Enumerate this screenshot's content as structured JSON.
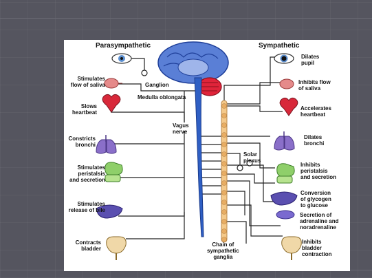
{
  "headers": {
    "left": "Parasympathetic",
    "right": "Sympathetic"
  },
  "center_labels": {
    "ganglion": "Ganglion",
    "medulla": "Medulla oblongata",
    "vagus": "Vagus\nnerve",
    "solar": "Solar\nplexus",
    "chain": "Chain of\nsympathetic\nganglia"
  },
  "parasympathetic": [
    "Stimulates\nflow of saliva",
    "Slows\nheartbeat",
    "Constricts\nbronchi",
    "Stimulates\nperistalsis\nand secretion",
    "Stimulates\nrelease of bile",
    "Contracts\nbladder"
  ],
  "sympathetic": [
    "Dilates\npupil",
    "Inhibits flow\nof saliva",
    "Accelerates\nheartbeat",
    "Dilates\nbronchi",
    "Inhibits\nperistalsis\nand secretion",
    "Conversion\nof glycogen\nto glucose",
    "Secretion of\nadrenaline and\nnoradrenaline",
    "Inhibits\nbladder\ncontraction"
  ],
  "colors": {
    "nerve_cord": "#2f5fc4",
    "brain": "#5a7fd6",
    "cerebellum": "#e0243a",
    "ganglia_chain": "#f4c98a",
    "line": "#222222"
  }
}
